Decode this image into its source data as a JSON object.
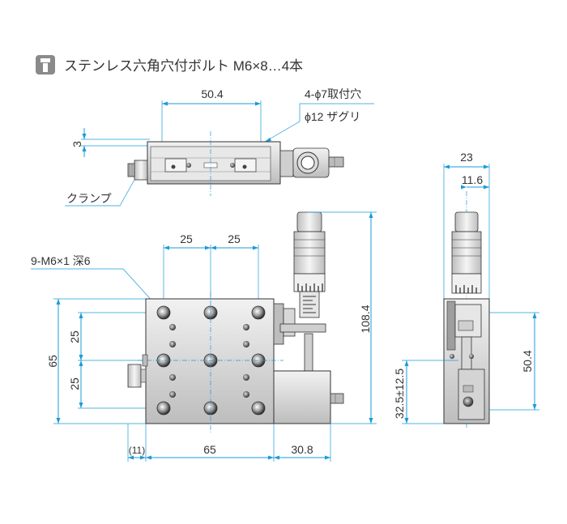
{
  "header": {
    "icon": "lock-icon",
    "title": "ステンレス六角穴付ボルト M6×8…4本"
  },
  "top_view": {
    "dim_width": "50.4",
    "dim_height": "3",
    "hole_note_1": "4-ϕ7取付穴",
    "hole_note_2": "ϕ12 ザグリ",
    "clamp_label": "クランプ"
  },
  "front_view": {
    "hole_spec": "9-M6×1 深6",
    "pitch_x_1": "25",
    "pitch_x_2": "25",
    "pitch_y_1": "25",
    "pitch_y_2": "25",
    "size_y": "65",
    "size_x": "65",
    "offset_x": "(11)",
    "micrometer_x": "30.8",
    "total_height": "108.4"
  },
  "side_view": {
    "width": "23",
    "center": "11.6",
    "stroke": "50.4",
    "height": "32.5±12.5"
  },
  "colors": {
    "dimension": "#1a9bd7",
    "body_fill": "#d9d9d9",
    "body_dark": "#555555",
    "text": "#333333"
  }
}
